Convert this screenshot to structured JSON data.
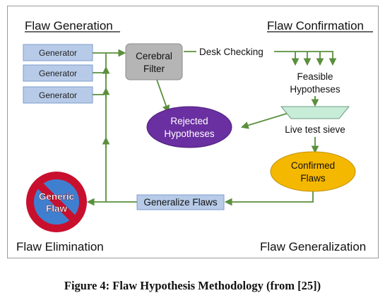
{
  "corners": {
    "top_left": "Flaw Generation",
    "top_right": "Flaw Confirmation",
    "bottom_left": "Flaw Elimination",
    "bottom_right": "Flaw Generalization"
  },
  "generators": [
    "Generator",
    "Generator",
    "Generator"
  ],
  "cerebral_filter": [
    "Cerebral",
    "Filter"
  ],
  "desk_checking": "Desk Checking",
  "feasible_hypotheses": [
    "Feasible",
    "Hypotheses"
  ],
  "rejected_hypotheses": [
    "Rejected",
    "Hypotheses"
  ],
  "live_test_sieve": "Live test sieve",
  "confirmed_flaws": [
    "Confirmed",
    "Flaws"
  ],
  "generalize_flaws": "Generalize Flaws",
  "generic_flaw": [
    "Generic",
    "Flaw"
  ],
  "caption": "Figure 4: Flaw Hypothesis Methodology (from [25])",
  "colors": {
    "arrow": "#5a8f3c",
    "generator_fill": "#b7cbe8",
    "filter_fill": "#b5b5b5",
    "rejected_fill": "#6a2fa0",
    "sieve_fill": "#c7ecd8",
    "confirmed_fill": "#f5b800",
    "stop_red": "#c8102e",
    "stop_blue": "#3f7fd0"
  }
}
